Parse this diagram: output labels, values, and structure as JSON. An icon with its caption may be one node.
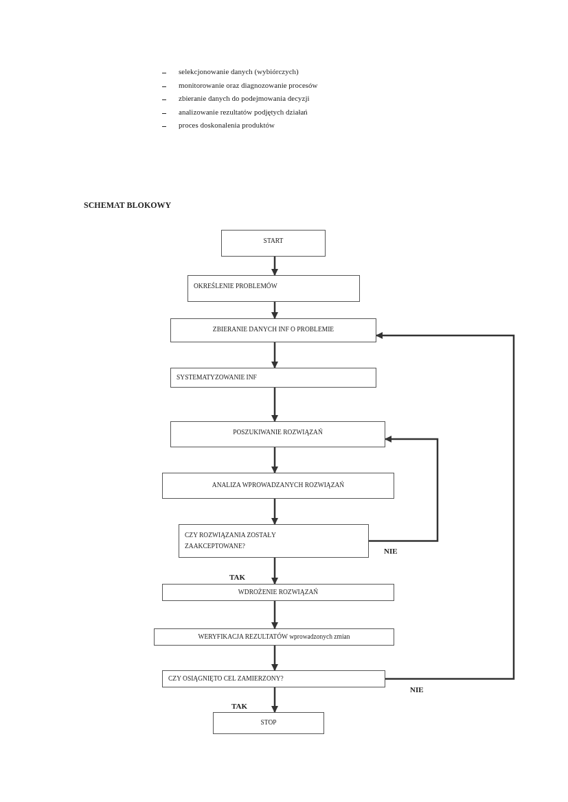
{
  "diagram": {
    "title": "SCHEMAT BLOKOWY",
    "nodes": [
      {
        "text": [
          "START"
        ]
      },
      {
        "text": [
          "OKREŚLENIE PROBLEMÓW"
        ]
      },
      {
        "text": [
          "ZBIERANIE DANYCH INF O PROBLEMIE"
        ]
      },
      {
        "text": [
          "SYSTEMATYZOWANIE INF"
        ]
      },
      {
        "text": [
          "POSZUKIWANIE ROZWIĄZAŃ"
        ]
      },
      {
        "text": [
          "ANALIZA WPROWADZANYCH ROZWIĄZAŃ"
        ]
      },
      {
        "text": [
          "CZY ROZWIĄZANIA ZOSTAŁY ZAAKCEPTOWANE?"
        ]
      },
      {
        "text": [
          "WDROŻENIE ROZWIĄZAŃ"
        ]
      },
      {
        "text": [
          "WERYFIKACJA REZULTATÓW wprowadzonych zmian"
        ]
      },
      {
        "text": [
          "CZY OSIĄGNIĘTO CEL ZAMIERZONY?"
        ]
      },
      {
        "text": [
          "STOP"
        ]
      }
    ],
    "edges": [
      {
        "from": 0,
        "to": 1,
        "arrow": "to"
      },
      {
        "from": 1,
        "to": 2,
        "arrow": "to"
      },
      {
        "from": 2,
        "to": 3,
        "arrow": "to"
      },
      {
        "from": 3,
        "to": 4,
        "arrow": "to"
      },
      {
        "from": 4,
        "to": 5,
        "arrow": "to"
      },
      {
        "from": 5,
        "to": 6,
        "arrow": "to"
      },
      {
        "from": 6,
        "to": 7,
        "arrow": "to",
        "label": "TAK"
      },
      {
        "from": 6,
        "to": 4,
        "arrow": "to",
        "label": "NIE"
      },
      {
        "from": 7,
        "to": 8,
        "arrow": "to"
      },
      {
        "from": 8,
        "to": 9,
        "arrow": "to"
      },
      {
        "from": 9,
        "to": 10,
        "arrow": "to",
        "label": "TAK"
      },
      {
        "from": 9,
        "to": 2,
        "arrow": "to",
        "label": "NIE"
      }
    ],
    "labels": [
      "selekcjonowanie danych (wybiórczych)",
      "monitorowanie oraz diagnozowanie procesów",
      "zbieranie danych do podejmowania decyzji",
      "analizowanie rezultatów podjętych działań",
      "proces doskonalenia produktów"
    ]
  }
}
